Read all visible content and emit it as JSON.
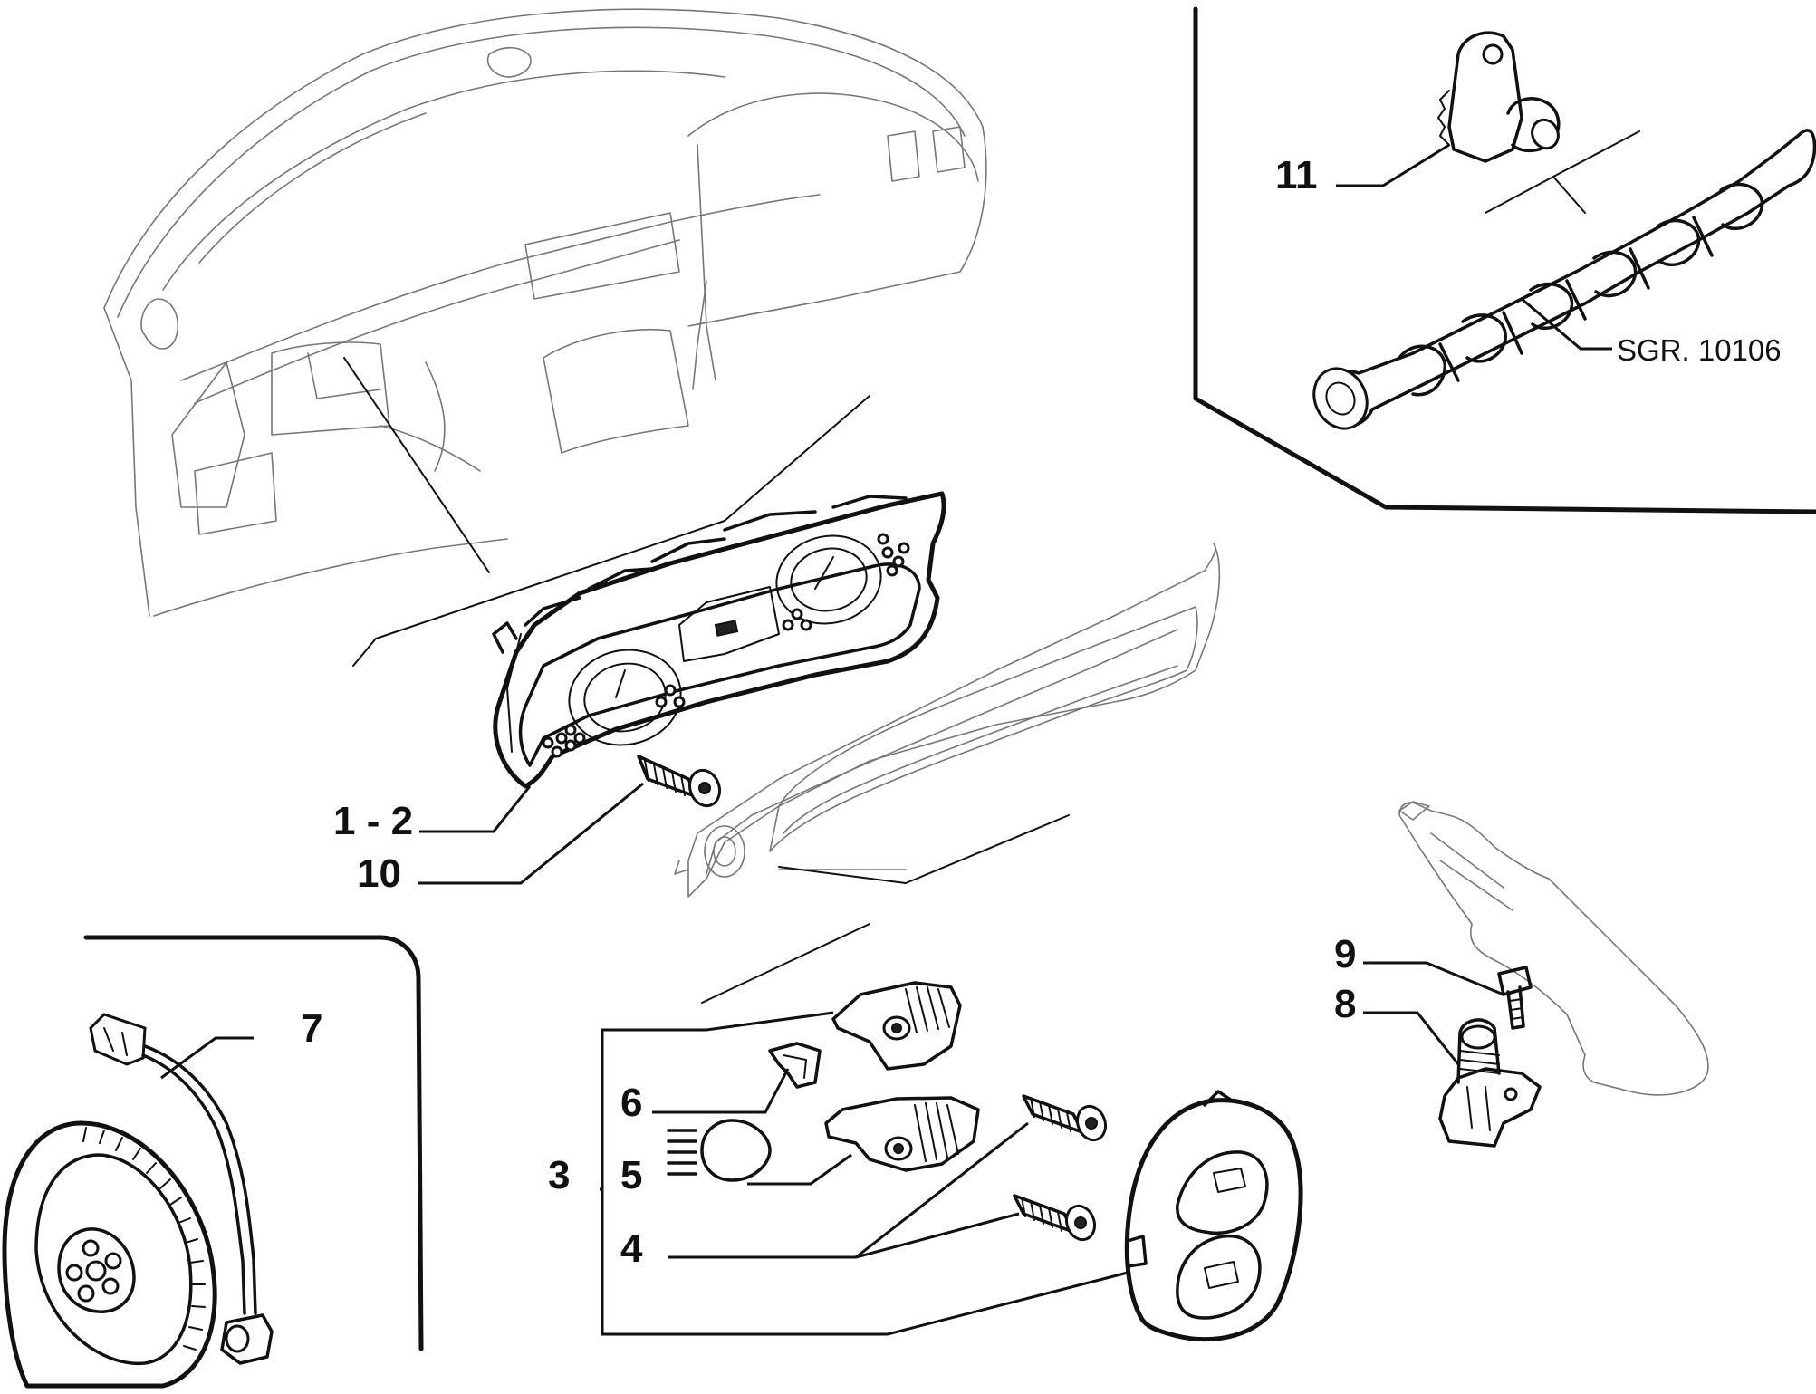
{
  "labels": {
    "callout_1_2": "1 - 2",
    "callout_10": "10",
    "callout_3": "3",
    "callout_4": "4",
    "callout_5": "5",
    "callout_6": "6",
    "callout_7": "7",
    "callout_8": "8",
    "callout_9": "9",
    "callout_11": "11",
    "ref_sgr": "SGR. 10106"
  },
  "icons": {
    "headlight": "headlight-beam-icon"
  }
}
